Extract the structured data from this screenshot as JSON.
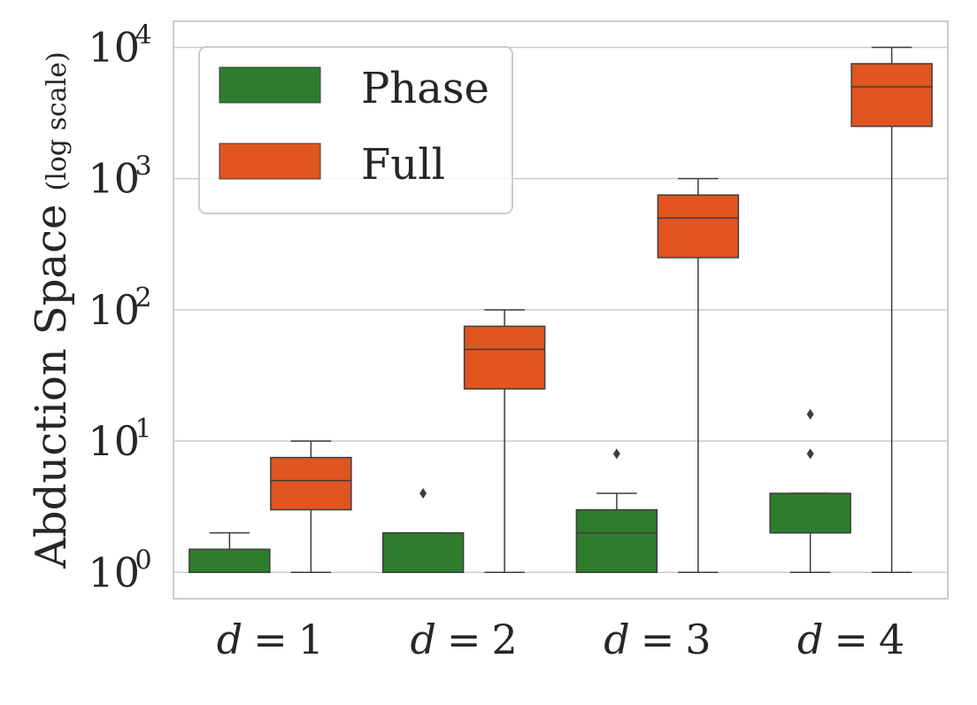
{
  "chart_data": {
    "type": "box",
    "ylabel": "Abduction Space",
    "ylabel_suffix": "(log scale)",
    "yscale": "log",
    "ylim": [
      0.63,
      15800
    ],
    "yticks": [
      {
        "value": 1,
        "base": "10",
        "exp": "0"
      },
      {
        "value": 10,
        "base": "10",
        "exp": "1"
      },
      {
        "value": 100,
        "base": "10",
        "exp": "2"
      },
      {
        "value": 1000,
        "base": "10",
        "exp": "3"
      },
      {
        "value": 10000,
        "base": "10",
        "exp": "4"
      }
    ],
    "categories": [
      {
        "var": "d",
        "eq": "=",
        "num": "1"
      },
      {
        "var": "d",
        "eq": "=",
        "num": "2"
      },
      {
        "var": "d",
        "eq": "=",
        "num": "3"
      },
      {
        "var": "d",
        "eq": "=",
        "num": "4"
      }
    ],
    "grid": true,
    "legend": {
      "position": "top-left"
    },
    "series": [
      {
        "name": "Phase",
        "color": "#2e7d2e",
        "boxes": [
          {
            "whislo": 1,
            "q1": 1,
            "med": 1,
            "q3": 1.5,
            "whishi": 2,
            "fliers": []
          },
          {
            "whislo": 1,
            "q1": 1,
            "med": 1,
            "q3": 2,
            "whishi": 2,
            "fliers": [
              4
            ]
          },
          {
            "whislo": 1,
            "q1": 1,
            "med": 2,
            "q3": 3,
            "whishi": 4,
            "fliers": [
              8
            ]
          },
          {
            "whislo": 1,
            "q1": 2,
            "med": 2,
            "q3": 4,
            "whishi": 4,
            "fliers": [
              8,
              16
            ]
          }
        ]
      },
      {
        "name": "Full",
        "color": "#e05520",
        "boxes": [
          {
            "whislo": 1,
            "q1": 3,
            "med": 5,
            "q3": 7.5,
            "whishi": 10,
            "fliers": []
          },
          {
            "whislo": 1,
            "q1": 25,
            "med": 50,
            "q3": 75,
            "whishi": 100,
            "fliers": []
          },
          {
            "whislo": 1,
            "q1": 250,
            "med": 500,
            "q3": 750,
            "whishi": 1000,
            "fliers": []
          },
          {
            "whislo": 1,
            "q1": 2500,
            "med": 5000,
            "q3": 7500,
            "whishi": 10000,
            "fliers": []
          }
        ]
      }
    ]
  }
}
